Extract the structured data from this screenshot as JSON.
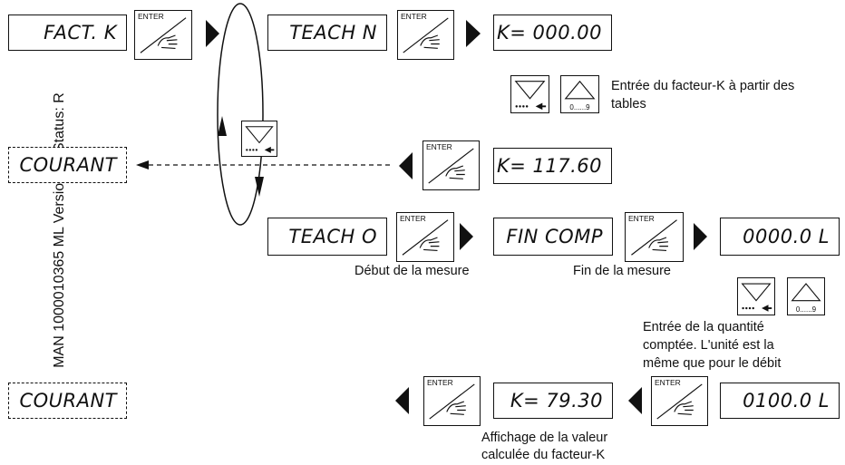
{
  "side_text": "MAN 1000010365  ML  Version: D  Status: R",
  "displays": {
    "fact_k": "FACT. K",
    "teach_n": "TEACH N",
    "k_zero": "K= 000.00",
    "courant_1": "COURANT",
    "k_117": "K= 117.60",
    "teach_o": "TEACH O",
    "fin_comp": "FIN COMP",
    "vol_zero": "0000.0 L",
    "courant_2": "COURANT",
    "k_79": "K= 79.30",
    "vol_100": "0100.0 L"
  },
  "keys": {
    "enter_label": "ENTER",
    "up_range": "0......9"
  },
  "captions": {
    "k_from_tables_1": "Entrée du facteur-K à partir des",
    "k_from_tables_2": "tables",
    "debut": "Début de la mesure",
    "fin": "Fin de la mesure",
    "quantity_1": "Entrée de la quantité",
    "quantity_2": "comptée. L'unité est la",
    "quantity_3": "même que pour le débit",
    "result_1": "Affichage de la valeur",
    "result_2": "calculée du facteur-K"
  },
  "icons": {
    "enter_key": "enter-key-hand-icon",
    "down_key": "down-arrow-key-icon",
    "up_key": "up-arrow-key-icon",
    "arrow": "triangle-arrow-icon"
  }
}
